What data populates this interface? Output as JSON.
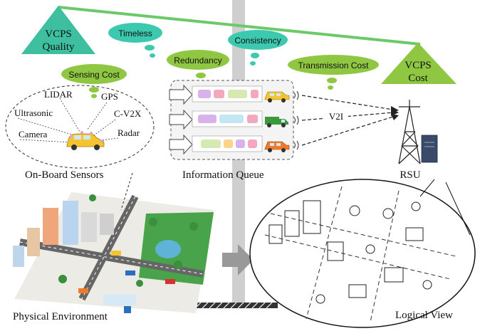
{
  "scale": {
    "quality_label_line1": "VCPS",
    "quality_label_line2": "Quality",
    "cost_label_line1": "VCPS",
    "cost_label_line2": "Cost",
    "colors": {
      "quality": "#3dbfa0",
      "cost": "#8fc743",
      "beam": "#6cc96a"
    }
  },
  "metrics": {
    "timeless": "Timeless",
    "consistency": "Consistency",
    "redundancy": "Redundancy",
    "sensing_cost": "Sensing Cost",
    "transmission_cost": "Transmission Cost"
  },
  "sensors": {
    "items": [
      "LIDAR",
      "GPS",
      "Ultrasonic",
      "C-V2X",
      "Camera",
      "Radar"
    ],
    "caption": "On-Board Sensors"
  },
  "queue": {
    "caption": "Information Queue",
    "link_label": "V2I"
  },
  "rsu": {
    "label": "RSU"
  },
  "views": {
    "physical": "Physical Environment",
    "logical": "Logical View"
  }
}
